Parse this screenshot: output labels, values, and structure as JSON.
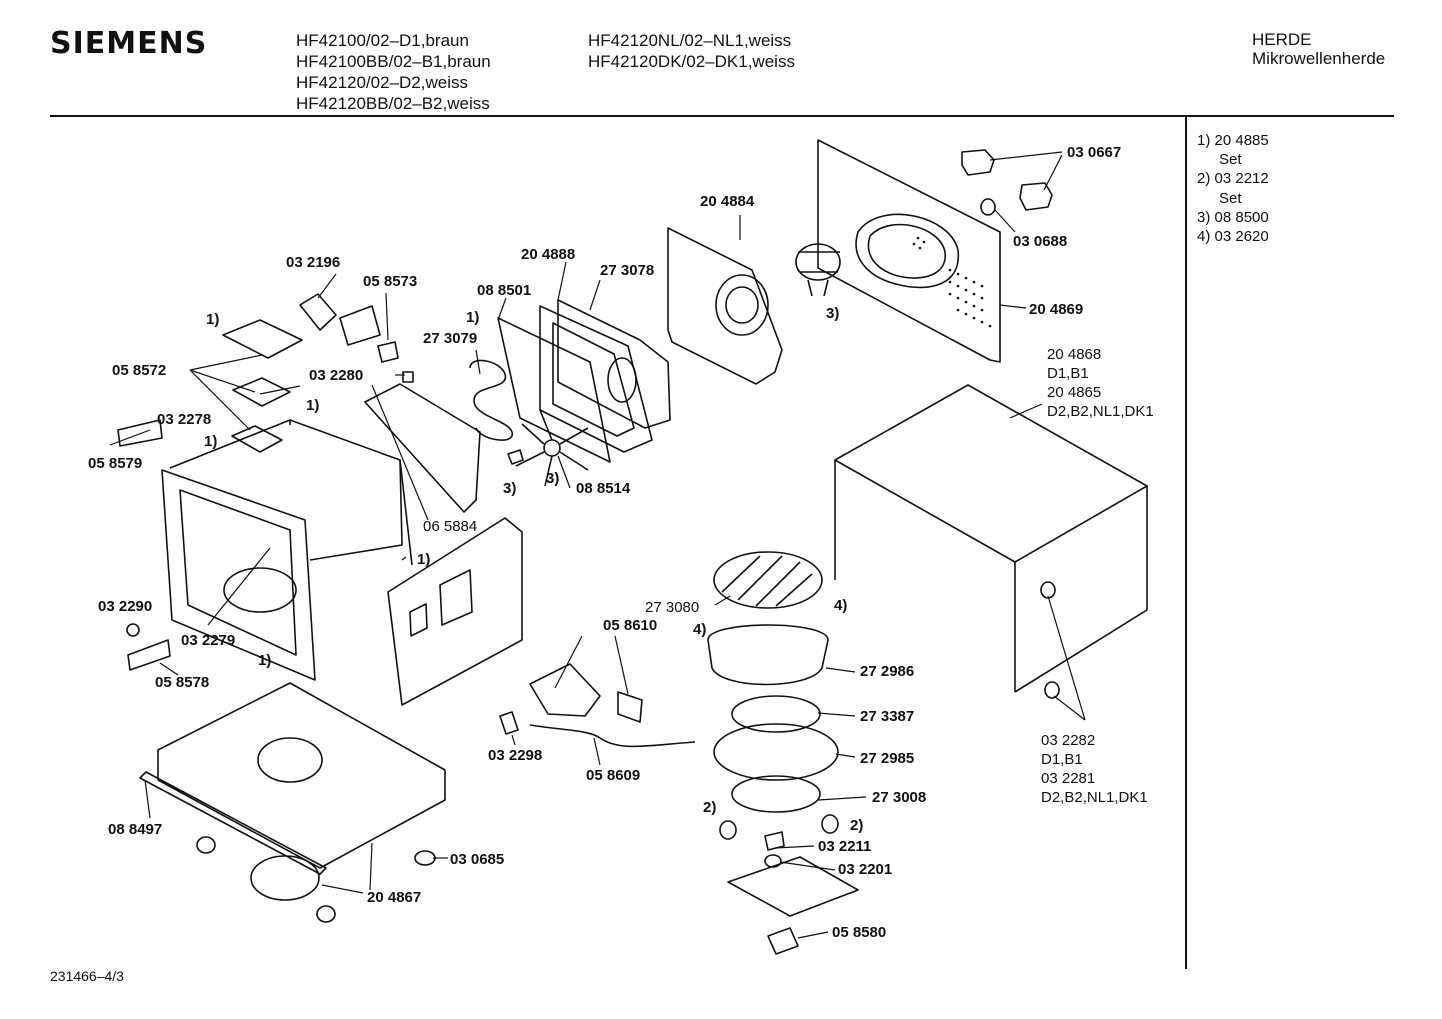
{
  "brand": "SIEMENS",
  "models_col1": [
    "HF42100/02–D1,braun",
    "HF42100BB/02–B1,braun",
    "HF42120/02–D2,weiss",
    "HF42120BB/02–B2,weiss"
  ],
  "models_col2": [
    "HF42120NL/02–NL1,weiss",
    "HF42120DK/02–DK1,weiss"
  ],
  "category": {
    "line1": "HERDE",
    "line2": "Mikrowellenherde"
  },
  "notes": [
    {
      "key": "1)",
      "part": "20 4885",
      "sub": "Set"
    },
    {
      "key": "2)",
      "part": "03 2212",
      "sub": "Set"
    },
    {
      "key": "3)",
      "part": "08 8500",
      "sub": ""
    },
    {
      "key": "4)",
      "part": "03 2620",
      "sub": ""
    }
  ],
  "callouts": {
    "c030667": "03 0667",
    "c030688": "03 0688",
    "c204869": "20 4869",
    "c204884": "20 4884",
    "c204888": "20 4888",
    "c273078": "27 3078",
    "c032196": "03 2196",
    "c058573": "05 8573",
    "c088501": "08 8501",
    "c273079": "27 3079",
    "c058572": "05 8572",
    "c032280": "03 2280",
    "c032278": "03 2278",
    "c058579": "05 8579",
    "c088514": "08 8514",
    "c065884": "06 5884",
    "c273080": "27 3080",
    "c058610": "05 8610",
    "c032290": "03 2290",
    "c032279": "03 2279",
    "c058578": "05 8578",
    "c272986": "27 2986",
    "c273387": "27 3387",
    "c272985": "27 2985",
    "c273008": "27 3008",
    "c032211": "03 2211",
    "c032201": "03 2201",
    "c058580": "05 8580",
    "c032298": "03 2298",
    "c058609": "05 8609",
    "c088497": "08 8497",
    "c030685": "03 0685",
    "c204867": "20 4867"
  },
  "ref_marks": {
    "r1": "1)",
    "r2": "2)",
    "r3": "3)",
    "r4": "4)"
  },
  "housing_label": {
    "l1": "20 4868",
    "l2": "D1,B1",
    "l3": "20 4865",
    "l4": "D2,B2,NL1,DK1"
  },
  "foot_label": {
    "l1": "03 2282",
    "l2": "D1,B1",
    "l3": "03 2281",
    "l4": "D2,B2,NL1,DK1"
  },
  "footer": "231466–4/3"
}
